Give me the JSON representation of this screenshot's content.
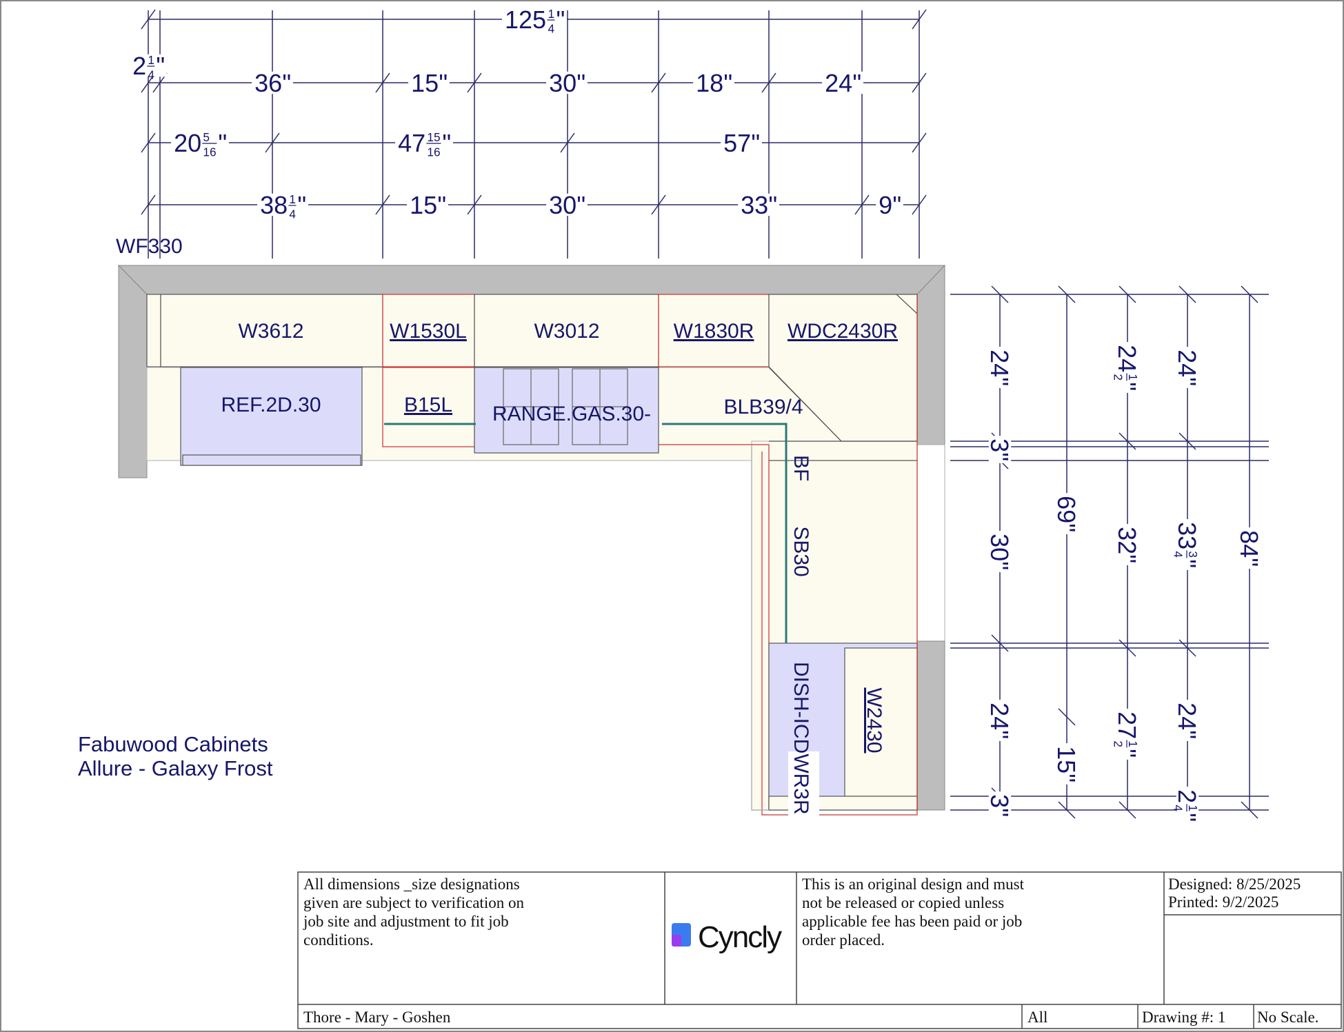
{
  "dimensions": {
    "overall_width": {
      "w": "125",
      "n": "1",
      "d": "4"
    },
    "wall_row": [
      {
        "w": "2",
        "n": "1",
        "d": "4"
      },
      {
        "w": "36"
      },
      {
        "w": "15"
      },
      {
        "w": "30"
      },
      {
        "w": "18"
      },
      {
        "w": "24"
      }
    ],
    "opening_row": [
      {
        "w": "20",
        "n": "5",
        "d": "16"
      },
      {
        "w": "47",
        "n": "15",
        "d": "16"
      },
      {
        "w": "57"
      }
    ],
    "base_row": [
      {
        "w": "38",
        "n": "1",
        "d": "4"
      },
      {
        "w": "15"
      },
      {
        "w": "30"
      },
      {
        "w": "33"
      },
      {
        "w": "9"
      }
    ],
    "right_col1": [
      {
        "w": "24"
      },
      {
        "w": "3"
      },
      {
        "w": "30"
      },
      {
        "w": "24"
      },
      {
        "w": "3"
      }
    ],
    "right_col2": [
      {
        "w": "69"
      },
      {
        "w": "15"
      }
    ],
    "right_col3": [
      {
        "w": "24",
        "n": "1",
        "d": "2"
      },
      {
        "w": "32"
      },
      {
        "w": "27",
        "n": "1",
        "d": "2"
      }
    ],
    "right_col4": [
      {
        "w": "24"
      },
      {
        "w": "33",
        "n": "3",
        "d": "4"
      },
      {
        "w": "24"
      },
      {
        "w": "2",
        "n": "1",
        "d": "4"
      }
    ],
    "right_col5": [
      {
        "w": "84"
      }
    ]
  },
  "cabinets": {
    "wf": "WF330",
    "w3612": "W3612",
    "w1530l": "W1530L",
    "w3012": "W3012",
    "w1830r": "W1830R",
    "wdc2430r": "WDC2430R",
    "ref": "REF.2D.30",
    "b15l": "B15L",
    "range": "RANGE.GAS.30-",
    "blb": "BLB39/4",
    "bf": "BF",
    "sb30": "SB30",
    "dish": "DISH-ICDWR3R",
    "w2430": "W2430"
  },
  "notes": {
    "line1": "Fabuwood Cabinets",
    "line2": "Allure - Galaxy Frost"
  },
  "title_block": {
    "disclaimer": [
      "All dimensions _size designations",
      "given are subject to verification on",
      "job site and adjustment to fit job",
      "conditions."
    ],
    "logo": "Cyncly",
    "copyright": [
      "This is an original design and must",
      "not be released or copied unless",
      "applicable fee has been paid or job",
      "order placed."
    ],
    "designed": "Designed: 8/25/2025",
    "printed": "Printed: 9/2/2025",
    "project": "Thore - Mary - Goshen",
    "view": "All",
    "drawing": "Drawing #: 1",
    "scale": "No Scale."
  },
  "colors": {
    "text": "#16166a",
    "wall": "#bdbdbd",
    "cabinet_fill": "#fdfbee",
    "appliance_fill": "#dcdcfa",
    "outline_red": "#c83030",
    "countertop_teal": "#2a7a78"
  }
}
